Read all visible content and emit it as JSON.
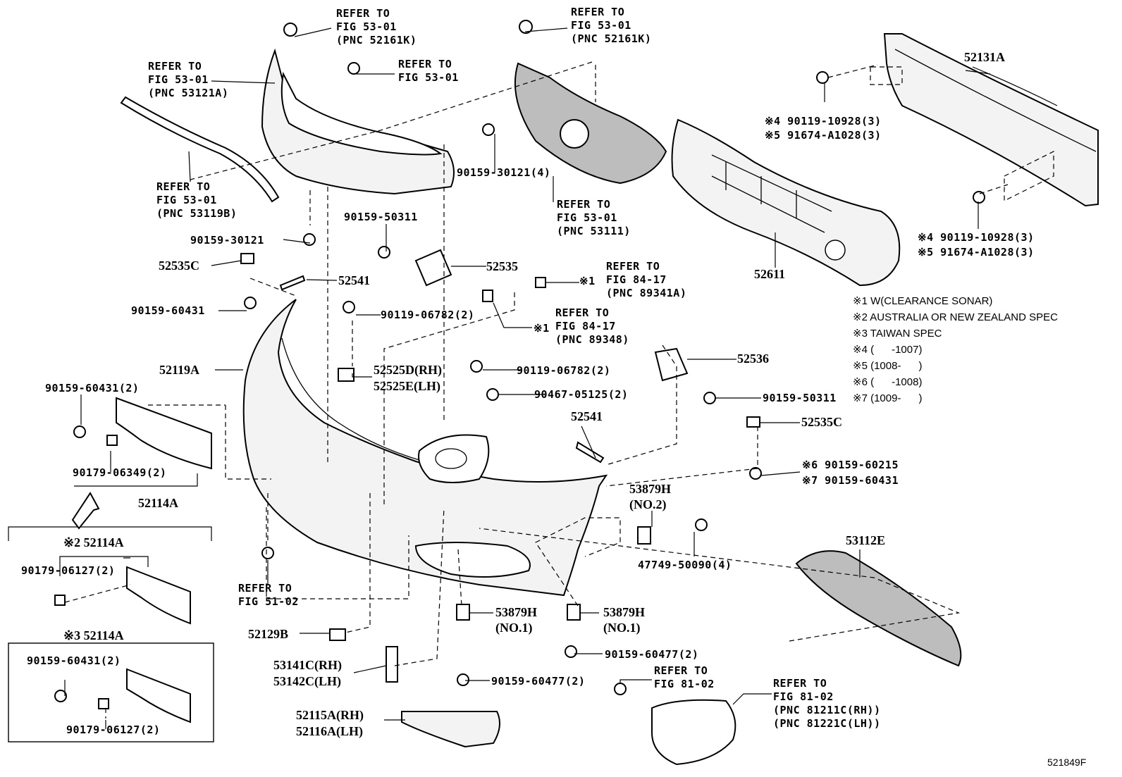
{
  "figure_id": "521849F",
  "labels": {
    "ref_53121a": "REFER TO\nFIG 53-01\n(PNC 53121A)",
    "ref_52161k_a": "REFER TO\nFIG 53-01\n(PNC 52161K)",
    "ref_53_01": "REFER TO\nFIG 53-01",
    "ref_52161k_b": "REFER TO\nFIG 53-01\n(PNC 52161K)",
    "ref_53119b": "REFER TO\nFIG 53-01\n(PNC 53119B)",
    "ref_53111": "REFER TO\nFIG 53-01\n(PNC 53111)",
    "p_52131a": "52131A",
    "p_90119_10928_a": "※4 90119-10928(3)",
    "p_91674_a1028_a": "※5 91674-A1028(3)",
    "p_90159_30121_4": "90159-30121(4)",
    "p_90159_30121": "90159-30121",
    "p_90159_50311_a": "90159-50311",
    "p_90119_10928_b": "※4 90119-10928(3)",
    "p_91674_a1028_b": "※5 91674-A1028(3)",
    "p_52611": "52611",
    "p_52535c_a": "52535C",
    "p_52535": "52535",
    "ref_89341a": "REFER TO\nFIG 84-17\n(PNC 89341A)",
    "mark_1a": "※1",
    "p_52541_a": "52541",
    "p_90159_60431_a": "90159-60431",
    "p_90119_06782_a": "90119-06782(2)",
    "ref_89348": "REFER TO\nFIG 84-17\n(PNC 89348)",
    "mark_1b": "※1",
    "p_52119a": "52119A",
    "p_52525d": "52525D(RH)",
    "p_52525e": "52525E(LH)",
    "p_90119_06782_b": "90119-06782(2)",
    "p_52536": "52536",
    "p_90159_60431_2a": "90159-60431(2)",
    "p_90467_05125": "90467-05125(2)",
    "p_90159_50311_b": "90159-50311",
    "p_52541_b": "52541",
    "p_52535c_b": "52535C",
    "p_90179_06349": "90179-06349(2)",
    "p_52114a": "52114A",
    "p_90159_60215": "※6 90159-60215",
    "p_90159_60431_b": "※7 90159-60431",
    "p_53879h_no2": "53879H\n(NO.2)",
    "p_52114a_2": "※2 52114A",
    "p_90179_06127_a": "90179-06127(2)",
    "p_47749_50090": "47749-50090(4)",
    "p_53112e": "53112E",
    "ref_51_02": "REFER TO\nFIG 51-02",
    "p_53879h_no1a": "53879H\n(NO.1)",
    "p_53879h_no1b": "53879H\n(NO.1)",
    "p_52129b": "52129B",
    "p_52114a_3": "※3 52114A",
    "p_90159_60477_a": "90159-60477(2)",
    "p_90159_60431_2b": "90159-60431(2)",
    "p_53141c": "53141C(RH)",
    "p_53142c": "53142C(LH)",
    "ref_81_02a": "REFER TO\nFIG 81-02",
    "ref_81_02b": "REFER TO\nFIG 81-02\n(PNC 81211C(RH))\n(PNC 81221C(LH))",
    "p_90159_60477_b": "90159-60477(2)",
    "p_90179_06127_b": "90179-06127(2)",
    "p_52115a": "52115A(RH)",
    "p_52116a": "52116A(LH)"
  },
  "notes": [
    "※1 W(CLEARANCE SONAR)",
    "※2 AUSTRALIA OR NEW ZEALAND SPEC",
    "※3 TAIWAN SPEC",
    "※4 (      -1007)",
    "※5 (1008-      )",
    "※6 (      -1008)",
    "※7 (1009-      )"
  ]
}
